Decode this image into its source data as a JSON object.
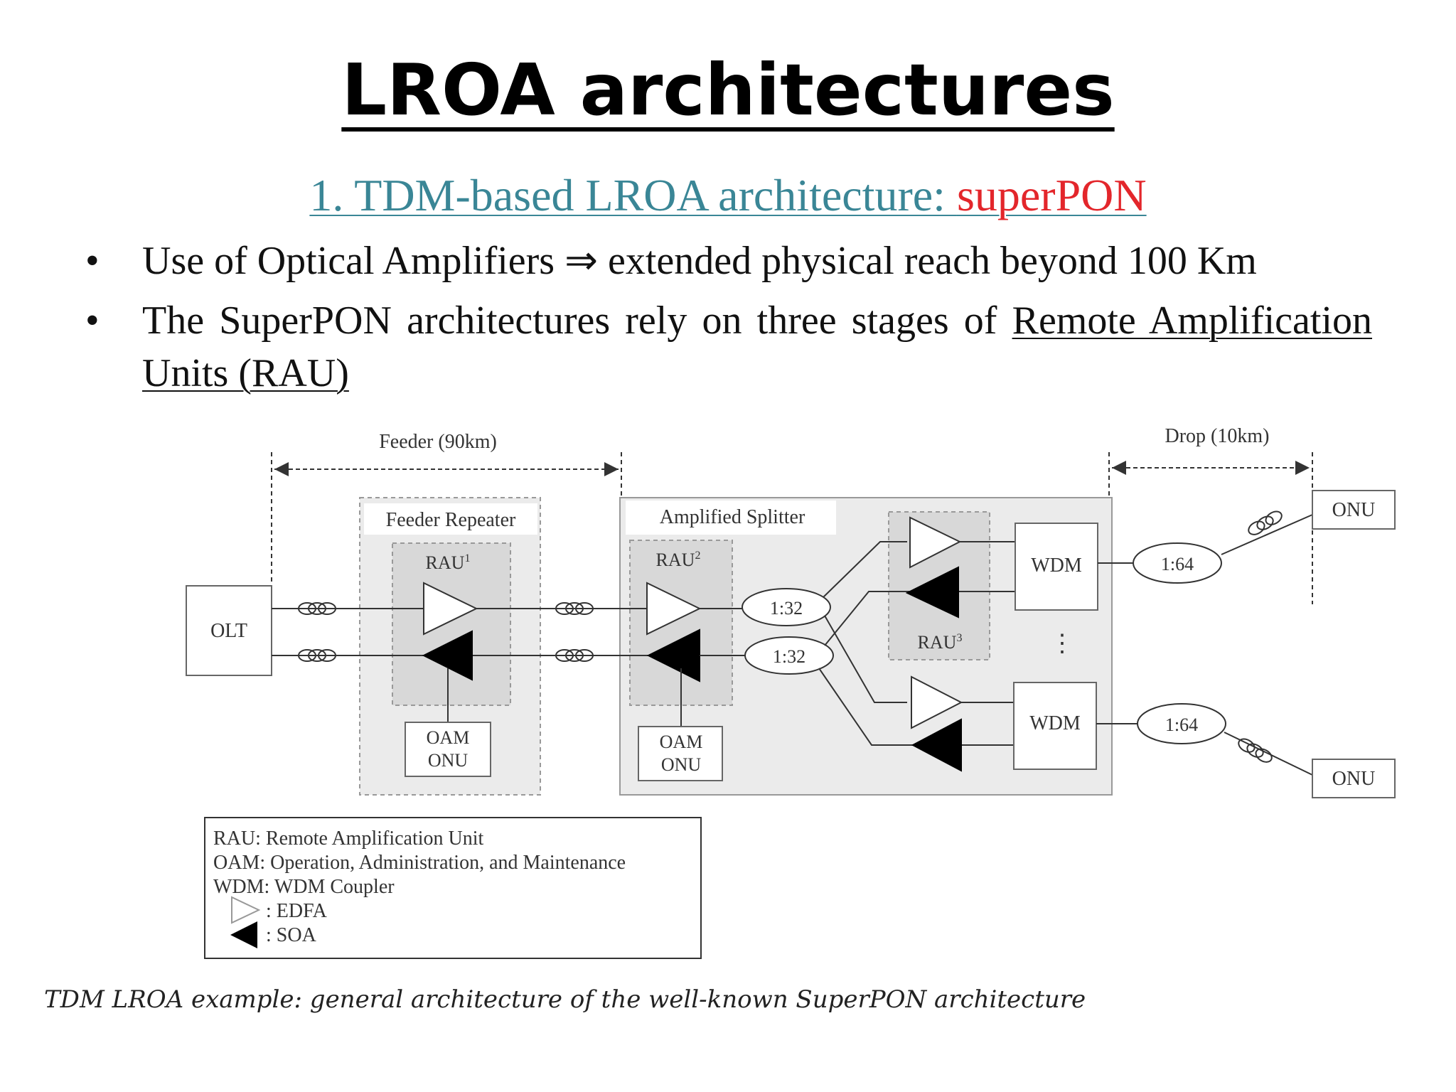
{
  "slide": {
    "title": "LROA architectures",
    "subtitle_prefix": "1. TDM-based LROA architecture: ",
    "subtitle_highlight": "superPON",
    "bullets": [
      {
        "text": "Use of Optical Amplifiers ⇒ extended physical reach beyond 100 Km"
      },
      {
        "text_plain": "The SuperPON architectures rely on three stages of ",
        "text_underlined": "Remote Amplification Units (RAU)"
      }
    ],
    "bullet_symbol": "•",
    "caption": "TDM LROA example: general architecture of the well-known SuperPON architecture"
  },
  "diagram": {
    "feeder_label": "Feeder (90km)",
    "drop_label": "Drop (10km)",
    "olt": "OLT",
    "feeder_repeater": "Feeder Repeater",
    "amplified_splitter": "Amplified Splitter",
    "rau1_text": "RAU",
    "rau1_sup": "1",
    "rau2_text": "RAU",
    "rau2_sup": "2",
    "rau3_text": "RAU",
    "rau3_sup": "3",
    "oam_line1": "OAM",
    "oam_line2": "ONU",
    "split1": "1:32",
    "split2": "1:32",
    "wdm": "WDM",
    "split64": "1:64",
    "onu": "ONU",
    "vdots": "⋮",
    "legend": {
      "rau": "RAU: Remote Amplification Unit",
      "oam": "OAM: Operation, Administration, and Maintenance",
      "wdm": "WDM: WDM Coupler",
      "edfa": ": EDFA",
      "soa": ": SOA"
    }
  }
}
